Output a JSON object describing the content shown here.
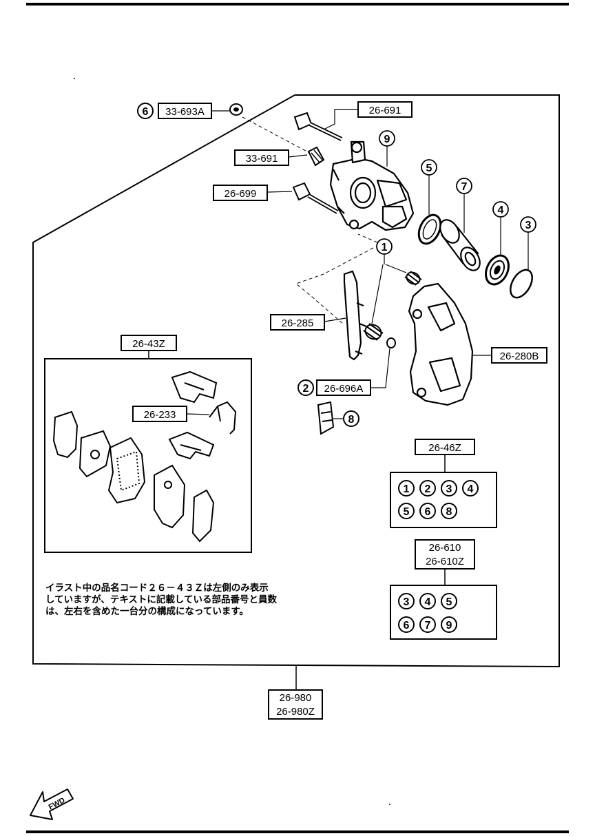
{
  "parts": {
    "p33_693A": "33-693A",
    "p26_691": "26-691",
    "p33_691": "33-691",
    "p26_699": "26-699",
    "p26_285": "26-285",
    "p26_280B": "26-280B",
    "p26_43Z": "26-43Z",
    "p26_233": "26-233",
    "p26_696A": "26-696A",
    "p26_46Z": "26-46Z",
    "p26_610": "26-610",
    "p26_610Z": "26-610Z",
    "p26_980": "26-980",
    "p26_980Z": "26-980Z"
  },
  "callouts": {
    "c1": "1",
    "c2": "2",
    "c3": "3",
    "c4": "4",
    "c5": "5",
    "c6": "6",
    "c7": "7",
    "c8": "8",
    "c9": "9"
  },
  "kit_46Z": [
    "1",
    "2",
    "3",
    "4",
    "5",
    "6",
    "8"
  ],
  "kit_610": [
    "3",
    "4",
    "5",
    "6",
    "7",
    "9"
  ],
  "note": {
    "line1": "イラスト中の品名コード２６－４３Ｚは左側のみ表示",
    "line2": "していますが、テキストに記載している部品番号と員数",
    "line3": "は、左右を含めた一台分の構成になっています。"
  },
  "fwd": "FWD"
}
